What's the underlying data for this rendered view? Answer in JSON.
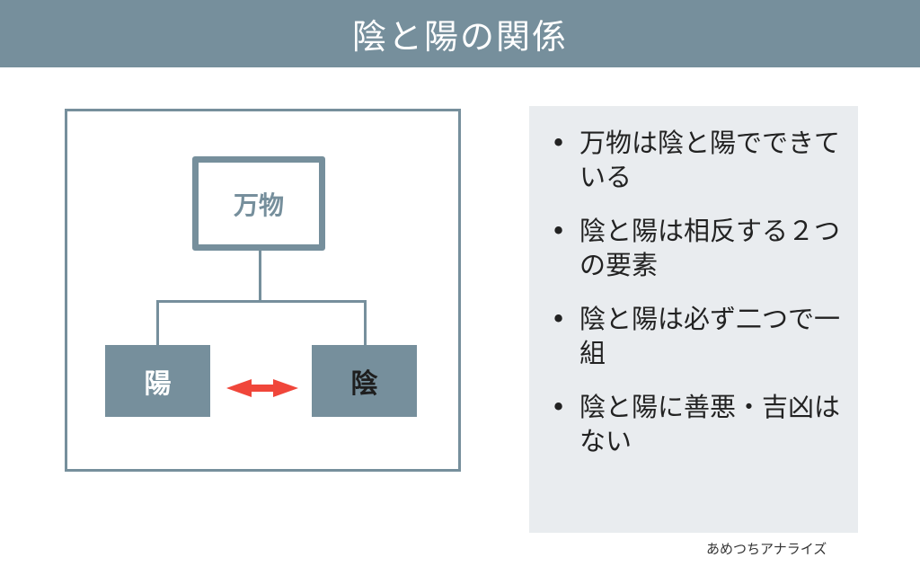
{
  "header": {
    "title": "陰と陽の関係"
  },
  "diagram": {
    "root": "万物",
    "left_node": "陽",
    "right_node": "陰",
    "arrow_color": "#f0463a",
    "accent": "#768f9c"
  },
  "bullets": [
    "万物は陰と陽でできている",
    "陰と陽は相反する２つの要素",
    "陰と陽は必ず二つで一組",
    "陰と陽に善悪・吉凶はない"
  ],
  "bullet_symbol": "•",
  "credit": "あめつちアナライズ"
}
